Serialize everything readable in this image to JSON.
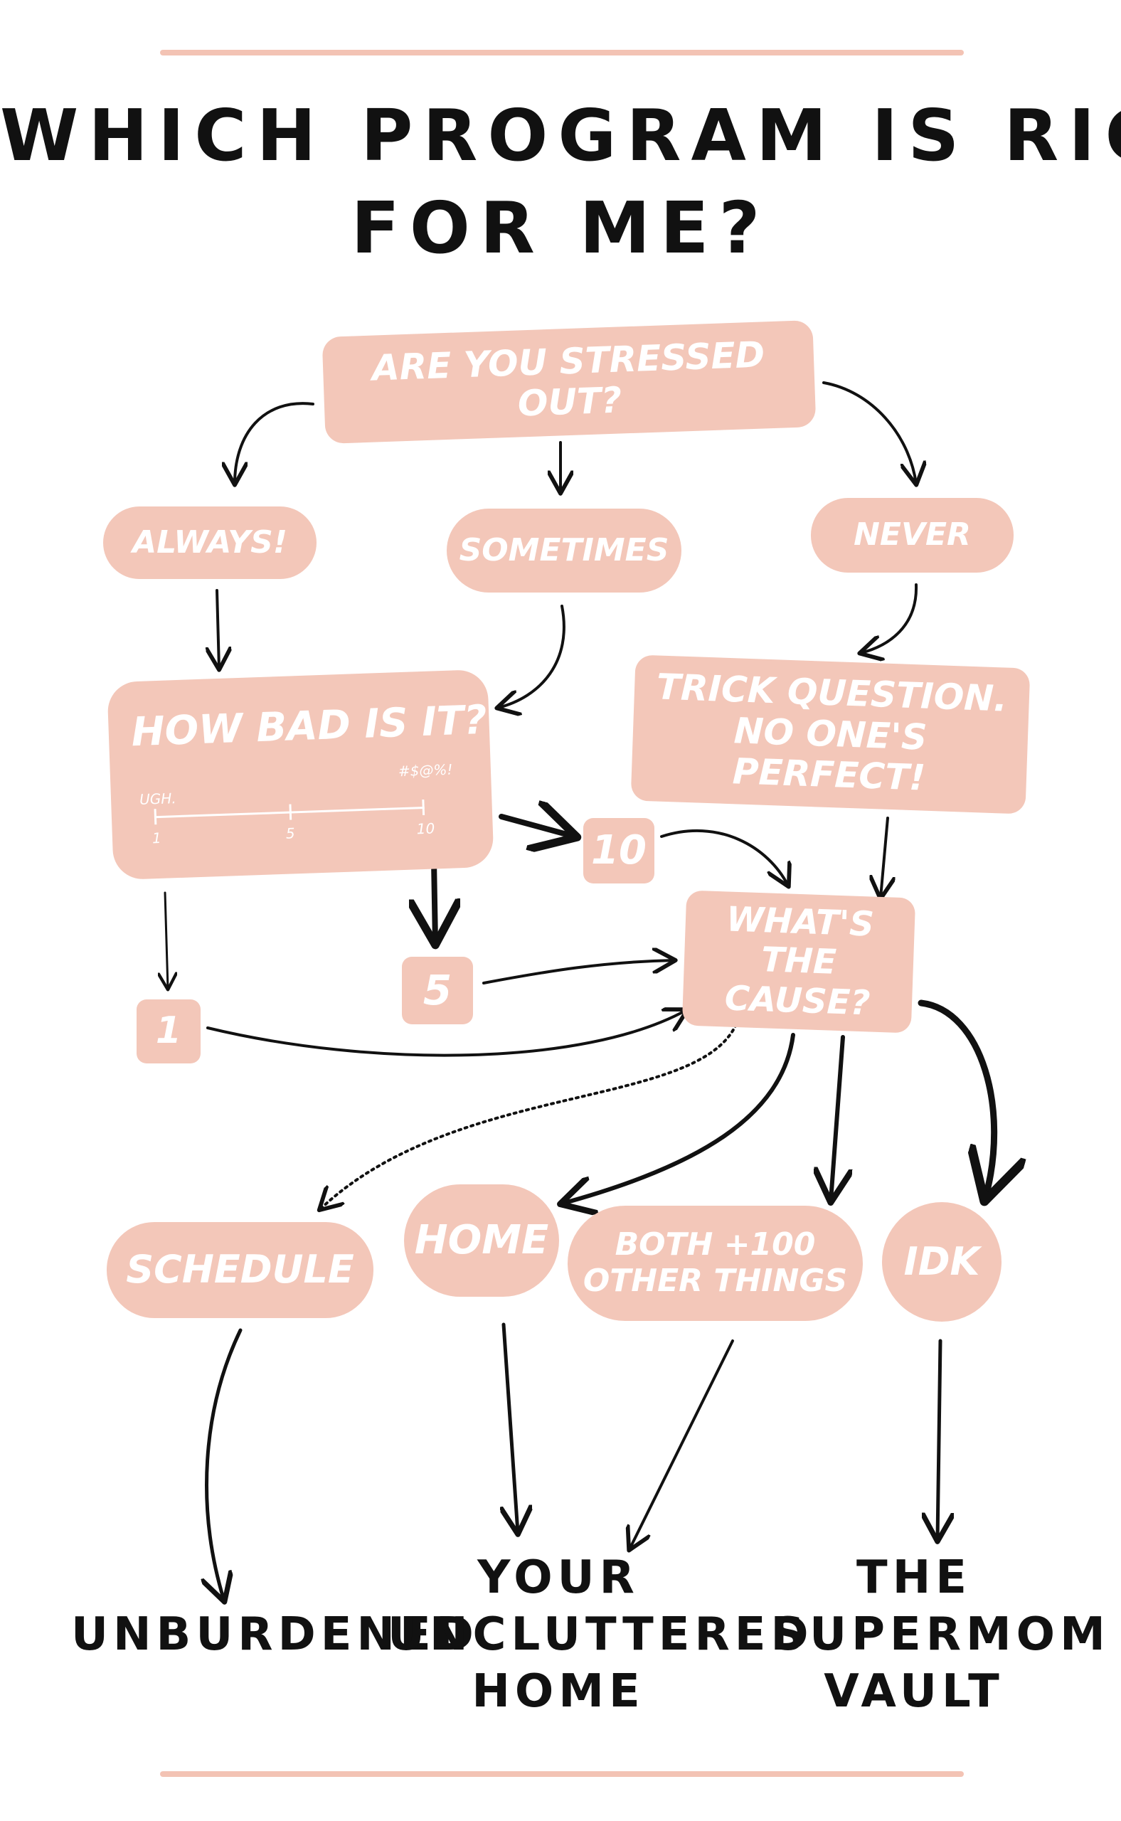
{
  "title": {
    "line1": "WHICH PROGRAM IS RIGHT",
    "line2": "FOR ME?"
  },
  "nodes": {
    "stressed": "ARE YOU STRESSED OUT?",
    "always": "ALWAYS!",
    "sometimes": "SOMETIMES",
    "never": "NEVER",
    "how_bad": {
      "label": "HOW BAD IS IT?",
      "low_word": "UGH.",
      "high_word": "#$@%!",
      "ticks": [
        "1",
        "5",
        "10"
      ]
    },
    "trick": {
      "line1": "TRICK QUESTION.",
      "line2": "NO ONE'S PERFECT!"
    },
    "ten": "10",
    "five": "5",
    "one": "1",
    "cause": {
      "line1": "WHAT'S",
      "line2": "THE CAUSE?"
    },
    "schedule": "SCHEDULE",
    "home": "HOME",
    "both": {
      "line1": "BOTH +100",
      "line2": "OTHER THINGS"
    },
    "idk": "IDK"
  },
  "outcomes": {
    "unburdened": "UNBURDENED",
    "home": {
      "line1": "YOUR",
      "line2": "UNCLUTTERED",
      "line3": "HOME"
    },
    "vault": {
      "line1": "THE",
      "line2": "SUPERMOM",
      "line3": "VAULT"
    }
  },
  "colors": {
    "node_fill": "#f3c7b9",
    "rule": "#f3c3b4",
    "ink": "#111111",
    "node_text": "#ffffff"
  }
}
